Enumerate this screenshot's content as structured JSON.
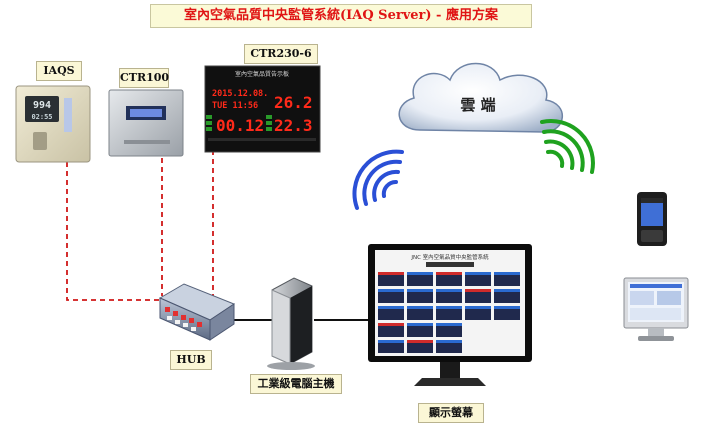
{
  "title": "室內空氣品質中央監管系統(IAQ Server) - 應用方案",
  "devices": {
    "iaqs": {
      "label": "IAQS",
      "display_top": "994",
      "display_bottom": "02:55"
    },
    "ctr100": {
      "label": "CTR100"
    },
    "ctr230": {
      "label": "CTR230-6",
      "board_title": "室內空氣品質告示板",
      "row1": "2015.12.08.",
      "row2": "TUE 11:56",
      "big1": "26.2",
      "row3": "00.12",
      "big2": "22.3"
    },
    "hub": {
      "label": "HUB"
    },
    "pc": {
      "label": "工業級電腦主機"
    },
    "monitor": {
      "label": "顯示螢幕",
      "screen_title": "JNC 室內空氣品質中央監管系統"
    }
  },
  "cloud": {
    "label": "雲 端"
  },
  "colors": {
    "title_text": "#e01414",
    "label_bg": "#fbf7d6",
    "dashed_line": "#d01818",
    "wifi_blue": "#2a4fd6",
    "wifi_green": "#1fa21f",
    "led_red": "#ff2a1a"
  },
  "icons": [
    "cloud-icon",
    "wifi-blue-icon",
    "wifi-green-icon",
    "smartphone-icon",
    "desktop-icon"
  ]
}
